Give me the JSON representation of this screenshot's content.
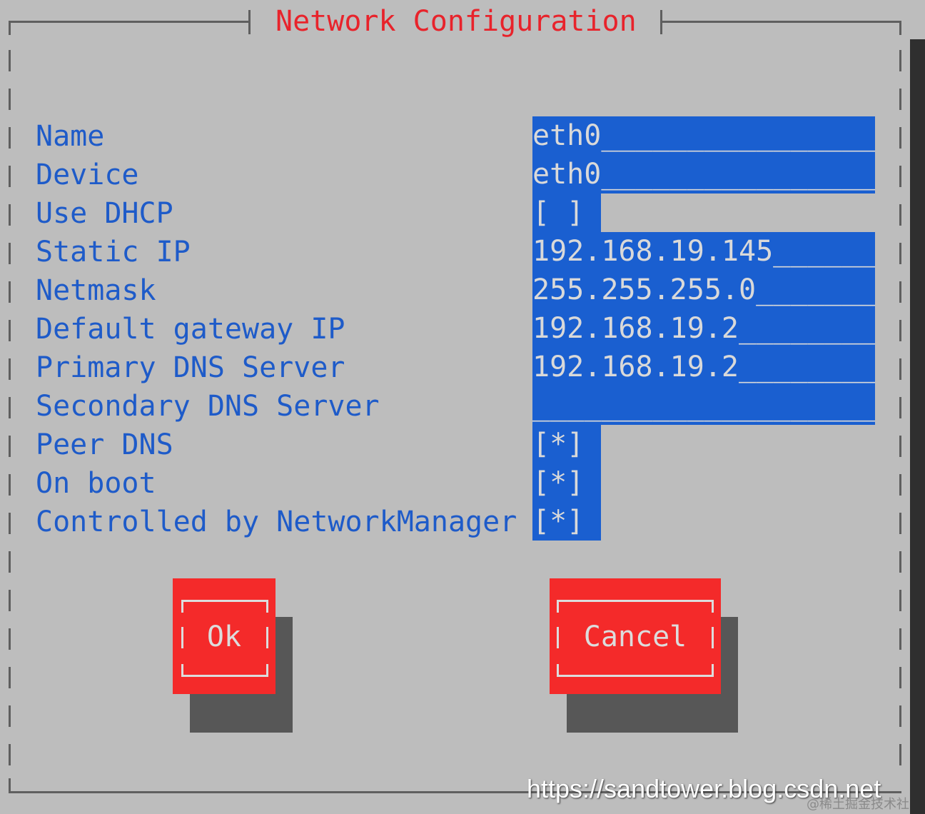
{
  "dialog": {
    "title": "Network Configuration"
  },
  "fields": [
    {
      "label": "Name",
      "value": "eth0________________"
    },
    {
      "label": "Device",
      "value": "eth0________________"
    },
    {
      "label": "Use DHCP",
      "value": "[ ]"
    },
    {
      "label": "Static IP",
      "value": "192.168.19.145______"
    },
    {
      "label": "Netmask",
      "value": "255.255.255.0_______"
    },
    {
      "label": "Default gateway IP",
      "value": "192.168.19.2________"
    },
    {
      "label": "Primary DNS Server",
      "value": "192.168.19.2________"
    },
    {
      "label": "Secondary DNS Server",
      "value": "____________________"
    },
    {
      "label": "Peer DNS",
      "value": "[*]"
    },
    {
      "label": "On boot",
      "value": "[*]"
    },
    {
      "label": "Controlled by NetworkManager",
      "value": "[*]"
    }
  ],
  "buttons": {
    "ok_label": "Ok",
    "cancel_label": "Cancel"
  },
  "watermark": {
    "url": "https://sandtower.blog.csdn.net",
    "small": "@稀土掘金技术社区"
  },
  "colors": {
    "background": "#bdbdbd",
    "label": "#1e5bc9",
    "field": "#1a5fd0",
    "title": "#e8232b",
    "button": "#f42a2a"
  }
}
